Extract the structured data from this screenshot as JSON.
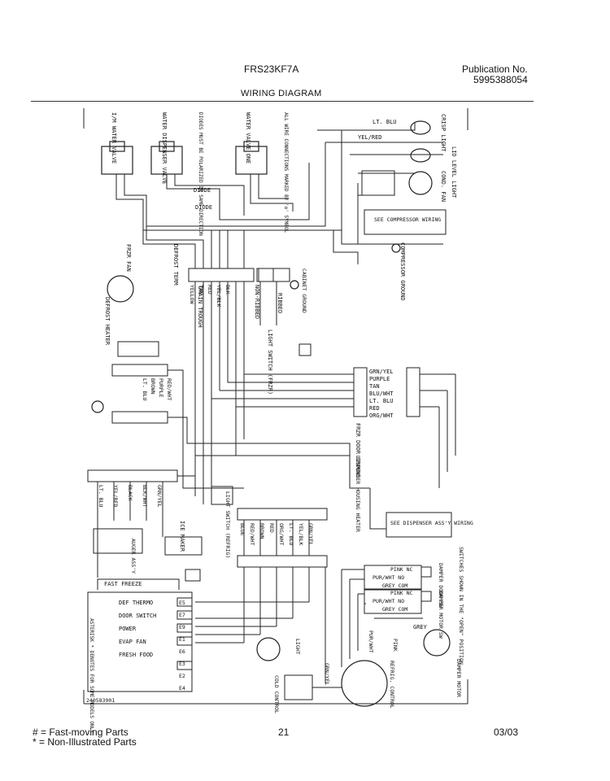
{
  "header": {
    "model": "FRS23KF7A",
    "publication_label": "Publication No.",
    "publication_number": "5995388054",
    "title": "WIRING DIAGRAM"
  },
  "footer": {
    "legend_fast": "# = Fast-moving Parts",
    "legend_non": "* = Non-Illustrated Parts",
    "page": "21",
    "date": "03/03"
  },
  "labels": {
    "iw_valve": "I/M WATER VALVE",
    "water_disp_valve": "WATER DISPENSER VALVE",
    "diodes_note": "DIODES MUST BE POLARIZED IN SAME DIRECTION",
    "water_valve": "WATER VALVE ONE",
    "wire_conn_note": "ALL WIRE CONNECTIONS MARKED BY 'o' SYMBOL",
    "diode1": "DIODE",
    "diode2": "DIODE",
    "crisp_light": "CRISP LIGHT",
    "lt_blu_top": "LT. BLU",
    "yel_red_top": "YEL/RED",
    "lid_level_light": "LID LEVEL LIGHT",
    "cond_fan": "COND. FAN",
    "see_compressor": "SEE COMPRESSOR WIRING",
    "compressor_ground": "COMPRESSOR GROUND",
    "cabinet_ground": "CABINET GROUND",
    "frzr_fan": "FRZR FAN",
    "defrost_term": "DEFROST TERM",
    "defrost_heater": "DEFROST HEATER",
    "drain_trough": "DRAIN TROUGH",
    "ribbed": "RIBBED",
    "non_ribbed": "NON-RIBBED",
    "light_switch_frzr": "LIGHT SWITCH (FRZR)",
    "wire_block1": [
      "YELLOW",
      "TAN",
      "RED",
      "YEL/BLK",
      "BLK"
    ],
    "wire_block2": [
      "LT. BLU",
      "BROWN",
      "PURPLE",
      "RED/WHT"
    ],
    "right_wires": [
      "GRN/YEL",
      "PURPLE",
      "TAN",
      "BLU/WHT",
      "LT. BLU",
      "RED",
      "ORG/WHT"
    ],
    "frzr_door_ground": "FRZR DOOR GROUND",
    "dispenser_housing_heater": "DISPENSER HOUSING HEATER",
    "see_dispenser": "SEE DISPENSER ASS'Y WIRING",
    "wire_block3": [
      "LT. BLU",
      "YEL/RED",
      "BLACK",
      "BLK/WHT",
      "GRN/YEL"
    ],
    "wire_block4": [
      "BLUE",
      "RED/WHT",
      "BROWN",
      "RED",
      "ORG/WHT",
      "LT. BLU",
      "YEL/BLK",
      "GRN/YEL"
    ],
    "auger_assy": "AUGER ASS'Y",
    "ice_maker": "ICE MAKER",
    "light_switch_refrig": "LIGHT SWITCH (REFRIG)",
    "fast_freeze": "FAST FREEZE",
    "control_rows": [
      "DEF THERMO",
      "DOOR SWITCH",
      "POWER",
      "EVAP FAN",
      "FRESH FOOD"
    ],
    "control_codes": [
      "E5",
      "E7",
      "E9",
      "E1",
      "E6",
      "E3",
      "E2",
      "E4"
    ],
    "asterisk_note": "ASTERISK * DENOTES FOR SOME MODELS ONLY",
    "part_code": "240583901",
    "pink_nc1": "PINK NC",
    "pur_wht_no1": "PUR/WHT NO",
    "grey_com1": "GREY COM",
    "pink_nc2": "PINK NC",
    "pur_wht_no2": "PUR/WHT NO",
    "grey_com2": "GREY COM",
    "damper_door_sw": "DAMPER DOOR SW",
    "damper_motor_sw": "DAMPER MOTOR SW",
    "switches_note": "SWITCHES SHOWN IN THE \"OPEN\" POSITION",
    "grey": "GREY",
    "pur_wht": "PUR/WHT",
    "pink": "PINK",
    "light": "LIGHT",
    "damper_motor": "DAMPER MOTOR",
    "cold_control": "COLD CONTROL",
    "grn_yel": "GRN/YEL",
    "refrig_control": "REFRIG. CONTROL"
  }
}
